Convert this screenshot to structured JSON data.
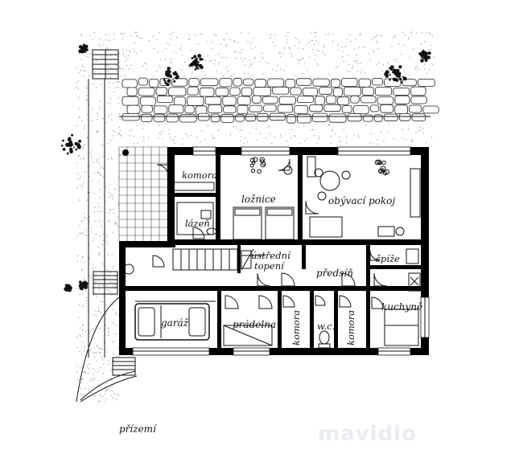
{
  "plan": {
    "caption": "přízemí",
    "watermark": "mavidlo"
  },
  "rooms": {
    "komora_top": "komora",
    "loznice": "ložnice",
    "obyvaci_pokoj": "obývací pokoj",
    "lazen": "lázeň",
    "ustredni": "ústřední",
    "topeni": "topení",
    "predsin": "předsíň",
    "spize": "špíže",
    "garaz": "garáž",
    "pradelna": "prádelna",
    "komora_mid": "komora",
    "wc": "w.c.",
    "komora_right": "komora",
    "kuchyne": "kuchyně"
  },
  "colors": {
    "wall": "#000000",
    "line": "#111111",
    "background": "#ffffff"
  }
}
